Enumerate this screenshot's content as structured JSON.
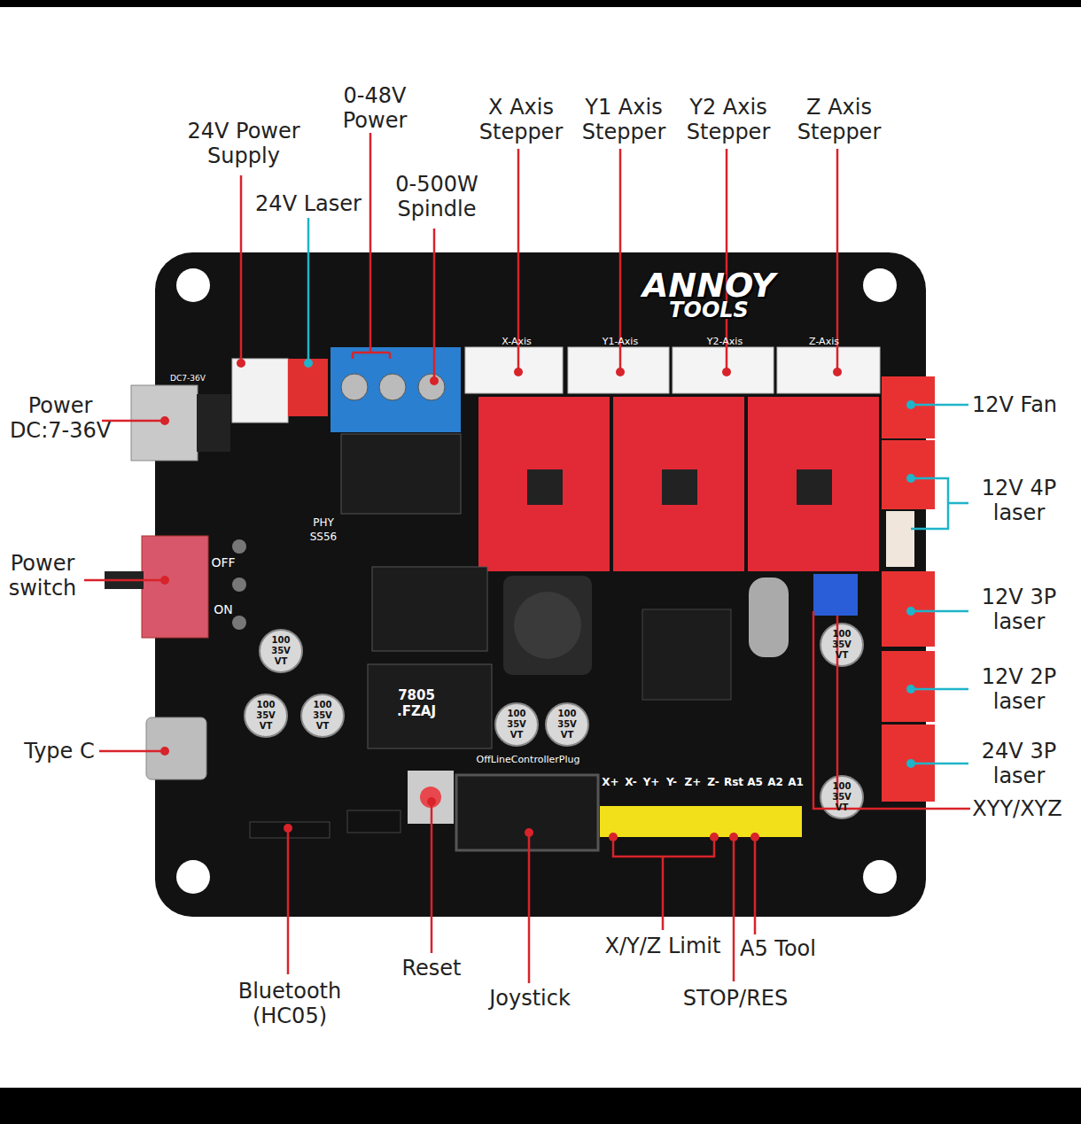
{
  "diagram": {
    "labels": [
      "24V Power Supply",
      "0-48V Power",
      "24V Laser",
      "0-500W Spindle",
      "X Axis Stepper",
      "Y1 Axis Stepper",
      "Y2 Axis Stepper",
      "Z Axis Stepper",
      "12V Fan",
      "12V 4P laser",
      "12V 3P laser",
      "12V 2P laser",
      "24V 3P laser",
      "XYY/XYZ",
      "Power DC:7-36V",
      "Power switch",
      "Type C",
      "Bluetooth (HC05)",
      "Reset",
      "Joystick",
      "X/Y/Z Limit",
      "STOP/RES",
      "A5 Tool",
      "ANNOY",
      "TOOLS",
      "X-Axis",
      "Y1-Axis",
      "Y2-Axis",
      "Z-Axis",
      "X+",
      "X-",
      "Y+",
      "Y-",
      "Z+",
      "Z-",
      "Rst",
      "A5",
      "A2",
      "A1",
      "OFF",
      "ON",
      "DC7-36V",
      "OffLineControllerPlug",
      "7805 .FZAJ",
      "100 35V VT",
      "100 35V VT",
      "100 35V VT",
      "100 35V VT",
      "100 35V VT",
      "100 35V VT",
      "100 35V VT",
      "PHY",
      "SS56"
    ]
  }
}
